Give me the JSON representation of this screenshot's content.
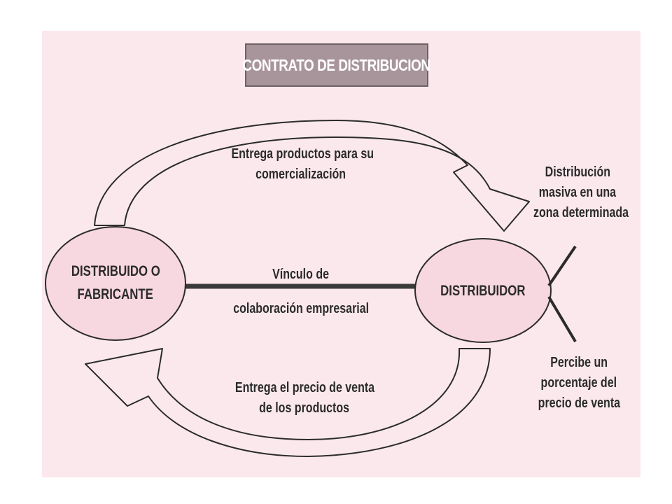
{
  "title": "CONTRATO DE DISTRIBUCION",
  "nodes": {
    "left": {
      "line1": "DISTRIBUIDO O",
      "line2": "FABRICANTE"
    },
    "right": {
      "label": "DISTRIBUIDOR"
    }
  },
  "arrows": {
    "top": {
      "line1": "Entrega productos para su",
      "line2": "comercialización"
    },
    "middle": {
      "line1": "Vínculo de",
      "line2": "colaboración empresarial"
    },
    "bottom": {
      "line1": "Entrega el precio de venta",
      "line2": "de los productos"
    }
  },
  "side_notes": {
    "upper": {
      "line1": "Distribución",
      "line2": "masiva en una",
      "line3": "zona determinada"
    },
    "lower": {
      "line1": "Percibe un",
      "line2": "porcentaje del",
      "line3": "precio de venta"
    }
  },
  "colors": {
    "background": "#fbe8ec",
    "ellipse_fill": "#f7d7e0",
    "title_fill": "#a8959b",
    "ink": "#2b2b2b"
  }
}
